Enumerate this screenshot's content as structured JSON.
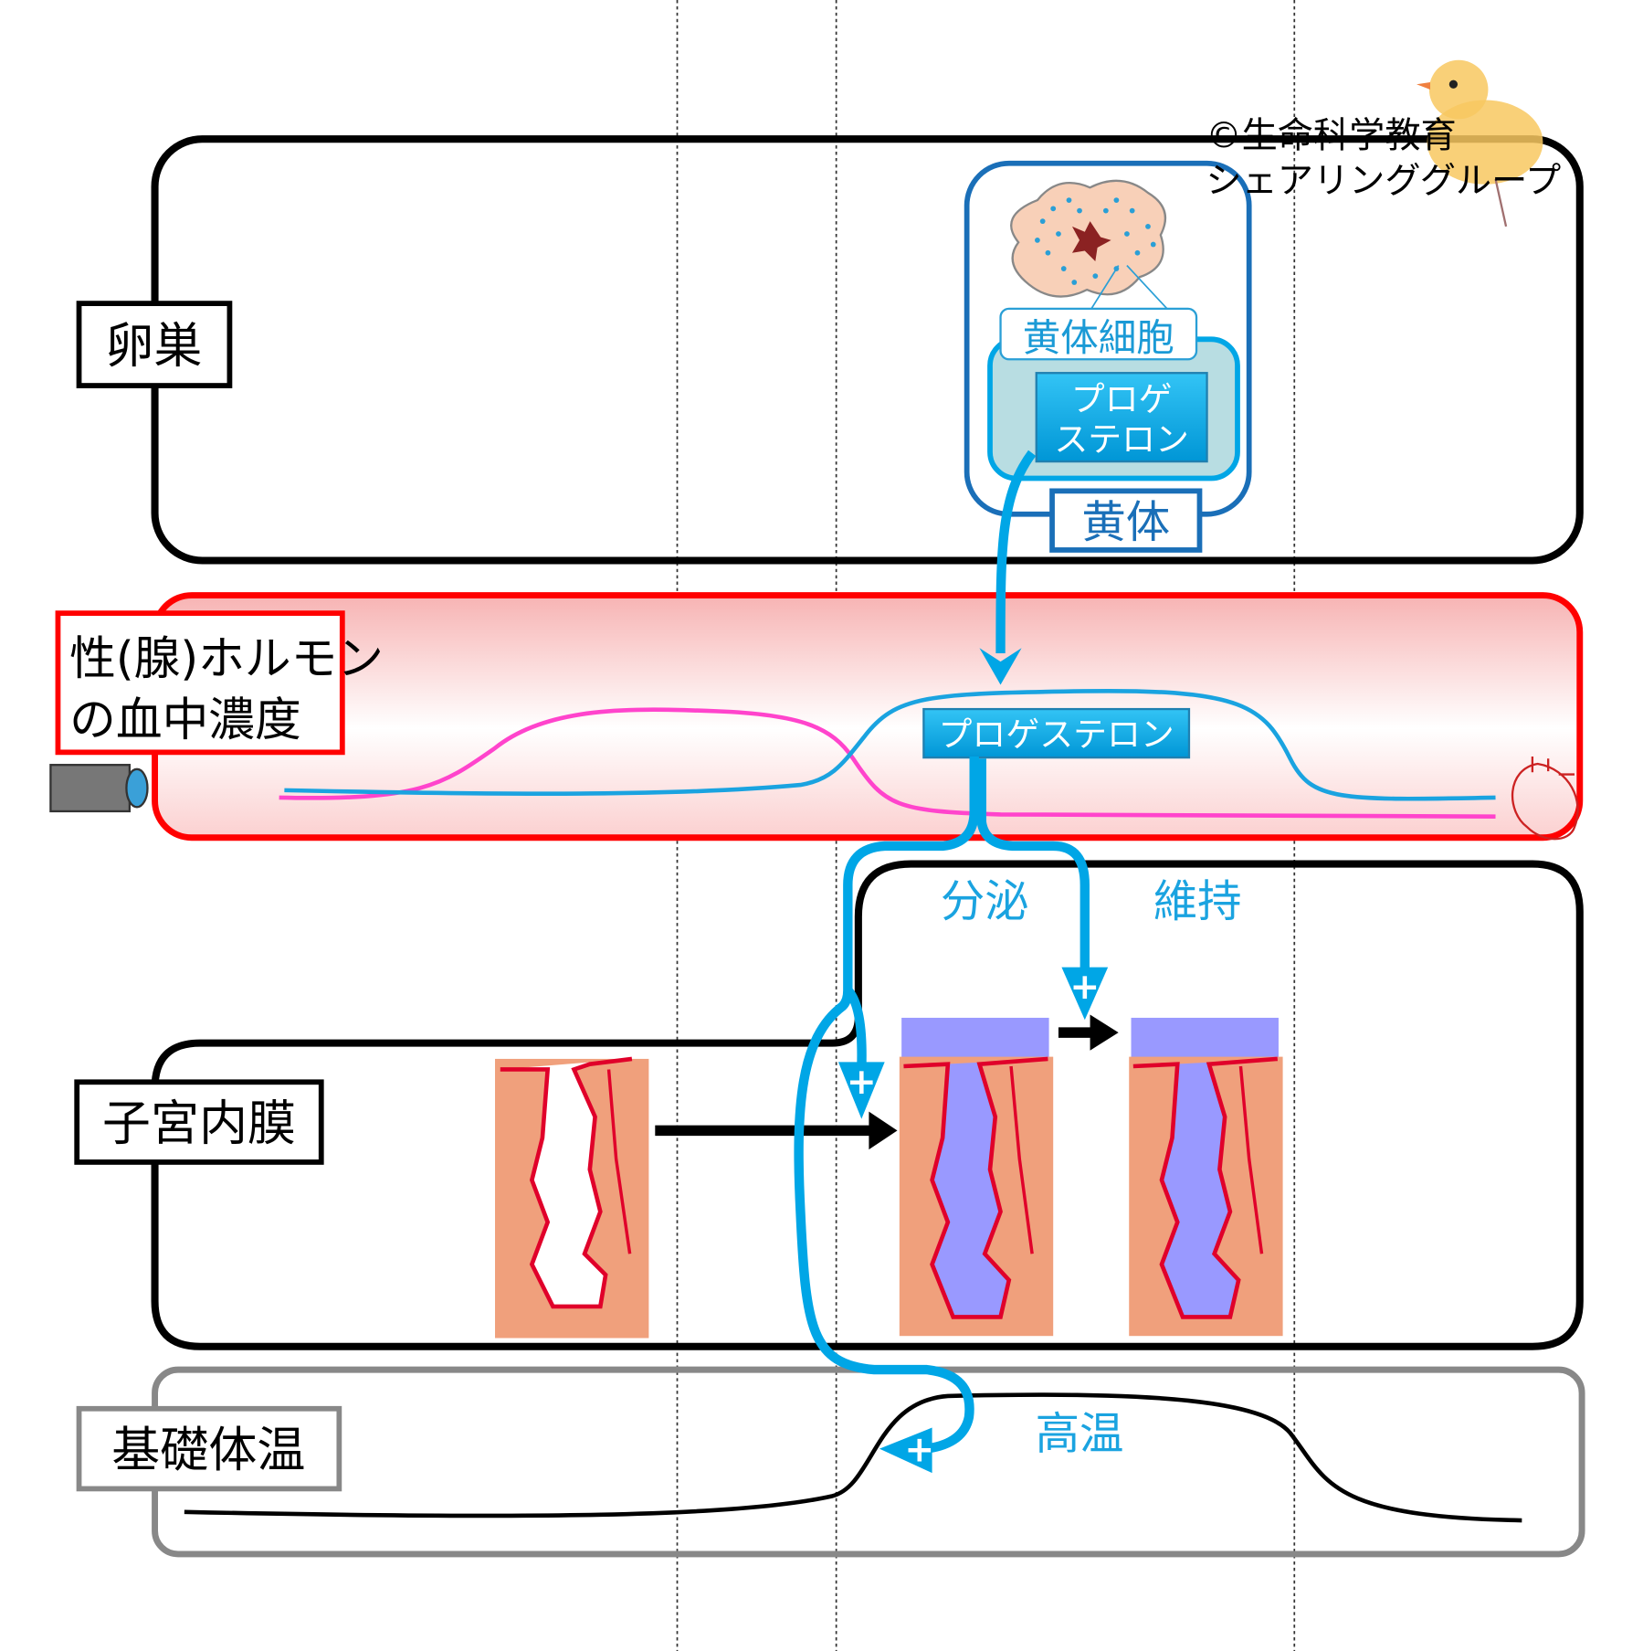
{
  "copyright": {
    "line1": "©生命科学教育",
    "line2": "シェアリンググループ"
  },
  "rows": {
    "ovary": "卵巣",
    "hormone_line1": "性(腺)ホルモン",
    "hormone_line2": "の血中濃度",
    "endometrium": "子宮内膜",
    "bbt": "基礎体温"
  },
  "ovary_panel": {
    "luteal_cell": "黄体細胞",
    "progesterone_box": [
      "プロゲ",
      "ステロン"
    ],
    "corpus_luteum": "黄体"
  },
  "hormone_panel": {
    "progesterone": "プロゲステロン"
  },
  "endometrium_panel": {
    "secretion": "分泌",
    "maintenance": "維持",
    "plus": "+"
  },
  "bbt_panel": {
    "high_temp": "高温"
  },
  "colors": {
    "progesterone_blue": "#00a6e6",
    "estrogen_pink": "#ff44cc",
    "hormone_frame": "#ff0000",
    "ovary_blue": "#1a6fb8",
    "tissue": "#f0a07c",
    "gland_purple": "#9999ff"
  }
}
